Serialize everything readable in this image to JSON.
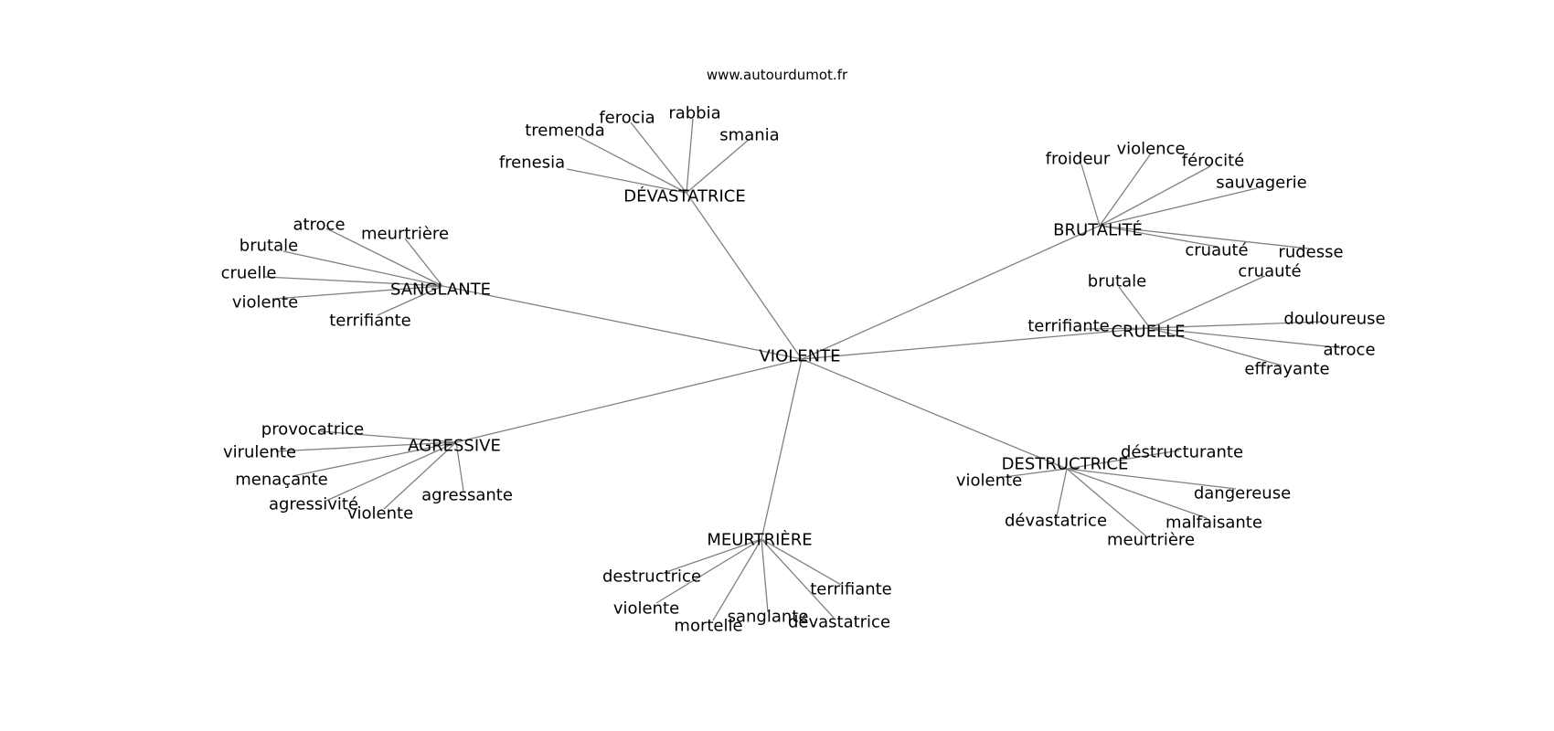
{
  "source_url": "www.autourdumot.fr",
  "graph": {
    "center": "VIOLENTE",
    "clusters": [
      {
        "label": "DÉVASTATRICE",
        "leaves": [
          "frenesia",
          "tremenda",
          "ferocia",
          "rabbia",
          "smania"
        ]
      },
      {
        "label": "BRUTALITÉ",
        "leaves": [
          "froideur",
          "violence",
          "férocité",
          "sauvagerie",
          "cruauté",
          "rudesse"
        ]
      },
      {
        "label": "SANGLANTE",
        "leaves": [
          "atroce",
          "meurtrière",
          "brutale",
          "cruelle",
          "violente",
          "terrifiante"
        ]
      },
      {
        "label": "CRUELLE",
        "leaves": [
          "brutale",
          "cruauté",
          "terrifiante",
          "douloureuse",
          "atroce",
          "effrayante"
        ]
      },
      {
        "label": "AGRESSIVE",
        "leaves": [
          "provocatrice",
          "virulente",
          "menaçante",
          "agressivité",
          "violente",
          "agressante"
        ]
      },
      {
        "label": "DESTRUCTRICE",
        "leaves": [
          "déstructurante",
          "violente",
          "dangereuse",
          "dévastatrice",
          "malfaisante",
          "meurtrière"
        ]
      },
      {
        "label": "MEURTRIÈRE",
        "leaves": [
          "destructrice",
          "violente",
          "mortelle",
          "sanglante",
          "terrifiante",
          "dévastatrice"
        ]
      }
    ]
  }
}
